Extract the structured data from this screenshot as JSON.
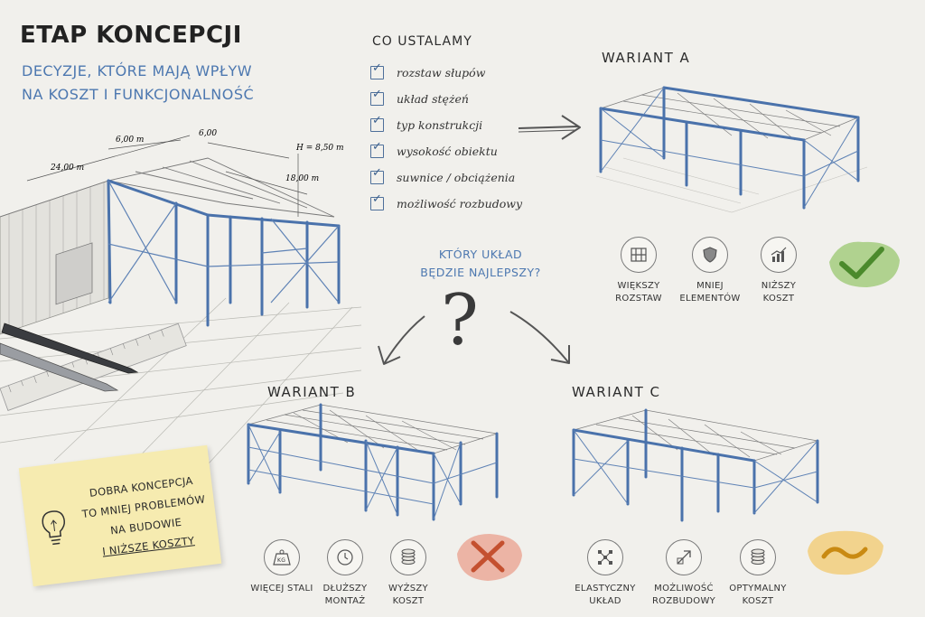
{
  "header": {
    "title": "ETAP KONCEPCJI",
    "subtitle_line1": "DECYZJE, KTÓRE MAJĄ WPŁYW",
    "subtitle_line2": "NA KOSZT I FUNKCJONALNOŚĆ"
  },
  "dimensions": {
    "span_small": "6,00 m",
    "span_large": "24,00 m",
    "height": "H = 8,50 m",
    "depth": "18,00 m",
    "side": "6,00"
  },
  "checklist": {
    "title": "CO USTALAMY",
    "items": [
      "rozstaw słupów",
      "układ stężeń",
      "typ konstrukcji",
      "wysokość obiektu",
      "suwnice / obciążenia",
      "możliwość rozbudowy"
    ]
  },
  "question": {
    "line1": "KTÓRY UKŁAD",
    "line2": "BĘDZIE NAJLEPSZY?",
    "mark": "?"
  },
  "variant_a": {
    "label": "WARIANT A",
    "features": [
      {
        "line1": "WIĘKSZY",
        "line2": "ROZSTAW",
        "icon": "grid-icon"
      },
      {
        "line1": "MNIEJ",
        "line2": "ELEMENTÓW",
        "icon": "shield-icon"
      },
      {
        "line1": "NIŻSZY",
        "line2": "KOSZT",
        "icon": "chart-down-icon"
      }
    ],
    "verdict": "check",
    "verdict_color": "#7cb54a"
  },
  "variant_b": {
    "label": "WARIANT B",
    "features": [
      {
        "line1": "WIĘCEJ STALI",
        "line2": "",
        "icon": "weight-icon",
        "icon_text": "KG"
      },
      {
        "line1": "DŁUŻSZY",
        "line2": "MONTAŻ",
        "icon": "clock-icon"
      },
      {
        "line1": "WYŻSZY",
        "line2": "KOSZT",
        "icon": "coins-icon"
      }
    ],
    "verdict": "cross",
    "verdict_color": "#e07a5f"
  },
  "variant_c": {
    "label": "WARIANT C",
    "features": [
      {
        "line1": "ELASTYCZNY",
        "line2": "UKŁAD",
        "icon": "nodes-icon"
      },
      {
        "line1": "MOŻLIWOŚĆ",
        "line2": "ROZBUDOWY",
        "icon": "expand-icon"
      },
      {
        "line1": "OPTYMALNY",
        "line2": "KOSZT",
        "icon": "coins-icon"
      }
    ],
    "verdict": "tilde",
    "verdict_color": "#f2b33d"
  },
  "note": {
    "line1": "DOBRA KONCEPCJA",
    "line2": "TO MNIEJ PROBLEMÓW",
    "line3": "NA BUDOWIE",
    "line4": "I NIŻSZE KOSZTY"
  },
  "colors": {
    "steel_blue": "#4a72ab",
    "accent_text": "#4d78b0",
    "note_yellow": "#f6ebb0"
  }
}
